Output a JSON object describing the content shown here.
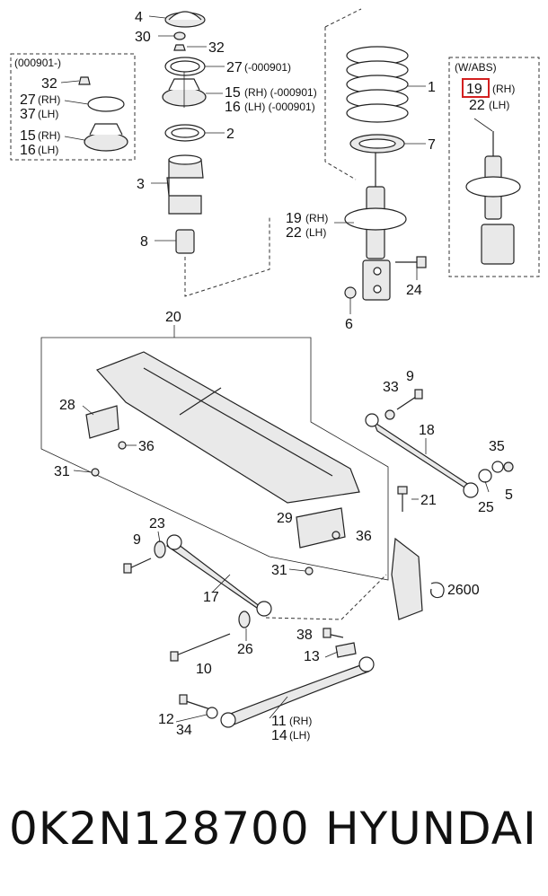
{
  "footer": {
    "part_number": "0K2N128700",
    "brand": "HYUNDAI"
  },
  "boxes": {
    "variant_left": "(000901-)",
    "variant_right": "(W/ABS)"
  },
  "callouts": [
    {
      "id": "c4",
      "text": "4"
    },
    {
      "id": "c30",
      "text": "30"
    },
    {
      "id": "c32a",
      "text": "32"
    },
    {
      "id": "c27a",
      "text": "27"
    },
    {
      "id": "c27a_note",
      "text": "(-000901)"
    },
    {
      "id": "c15a",
      "text": "15"
    },
    {
      "id": "c15a_note",
      "text": "(RH)  (-000901)"
    },
    {
      "id": "c16a",
      "text": "16"
    },
    {
      "id": "c16a_note",
      "text": "(LH)  (-000901)"
    },
    {
      "id": "c2",
      "text": "2"
    },
    {
      "id": "c3",
      "text": "3"
    },
    {
      "id": "c8",
      "text": "8"
    },
    {
      "id": "c32b",
      "text": "32"
    },
    {
      "id": "c27b",
      "text": "27"
    },
    {
      "id": "c27b_note",
      "text": "(RH)"
    },
    {
      "id": "c37",
      "text": "37"
    },
    {
      "id": "c37_note",
      "text": "(LH)"
    },
    {
      "id": "c15b",
      "text": "15"
    },
    {
      "id": "c15b_note",
      "text": "(RH)"
    },
    {
      "id": "c16b",
      "text": "16"
    },
    {
      "id": "c16b_note",
      "text": "(LH)"
    },
    {
      "id": "c1",
      "text": "1"
    },
    {
      "id": "c7",
      "text": "7"
    },
    {
      "id": "c19a",
      "text": "19"
    },
    {
      "id": "c19a_note",
      "text": "(RH)"
    },
    {
      "id": "c22a",
      "text": "22"
    },
    {
      "id": "c22a_note",
      "text": "(LH)"
    },
    {
      "id": "c24",
      "text": "24"
    },
    {
      "id": "c6",
      "text": "6"
    },
    {
      "id": "c19b",
      "text": "19"
    },
    {
      "id": "c19b_note",
      "text": "(RH)"
    },
    {
      "id": "c22b",
      "text": "22"
    },
    {
      "id": "c22b_note",
      "text": "(LH)"
    },
    {
      "id": "c20",
      "text": "20"
    },
    {
      "id": "c28",
      "text": "28"
    },
    {
      "id": "c36a",
      "text": "36"
    },
    {
      "id": "c31a",
      "text": "31"
    },
    {
      "id": "c33",
      "text": "33"
    },
    {
      "id": "c9a",
      "text": "9"
    },
    {
      "id": "c18",
      "text": "18"
    },
    {
      "id": "c35",
      "text": "35"
    },
    {
      "id": "c21",
      "text": "21"
    },
    {
      "id": "c25",
      "text": "25"
    },
    {
      "id": "c5",
      "text": "5"
    },
    {
      "id": "c23",
      "text": "23"
    },
    {
      "id": "c9b",
      "text": "9"
    },
    {
      "id": "c29",
      "text": "29"
    },
    {
      "id": "c36b",
      "text": "36"
    },
    {
      "id": "c31b",
      "text": "31"
    },
    {
      "id": "c17",
      "text": "17"
    },
    {
      "id": "c2600",
      "text": "2600"
    },
    {
      "id": "c26",
      "text": "26"
    },
    {
      "id": "c38",
      "text": "38"
    },
    {
      "id": "c13",
      "text": "13"
    },
    {
      "id": "c10",
      "text": "10"
    },
    {
      "id": "c12",
      "text": "12"
    },
    {
      "id": "c34",
      "text": "34"
    },
    {
      "id": "c11",
      "text": "11"
    },
    {
      "id": "c11_note",
      "text": "(RH)"
    },
    {
      "id": "c14",
      "text": "14"
    },
    {
      "id": "c14_note",
      "text": "(LH)"
    }
  ],
  "highlight": {
    "callout": "19",
    "color": "#d32020"
  }
}
